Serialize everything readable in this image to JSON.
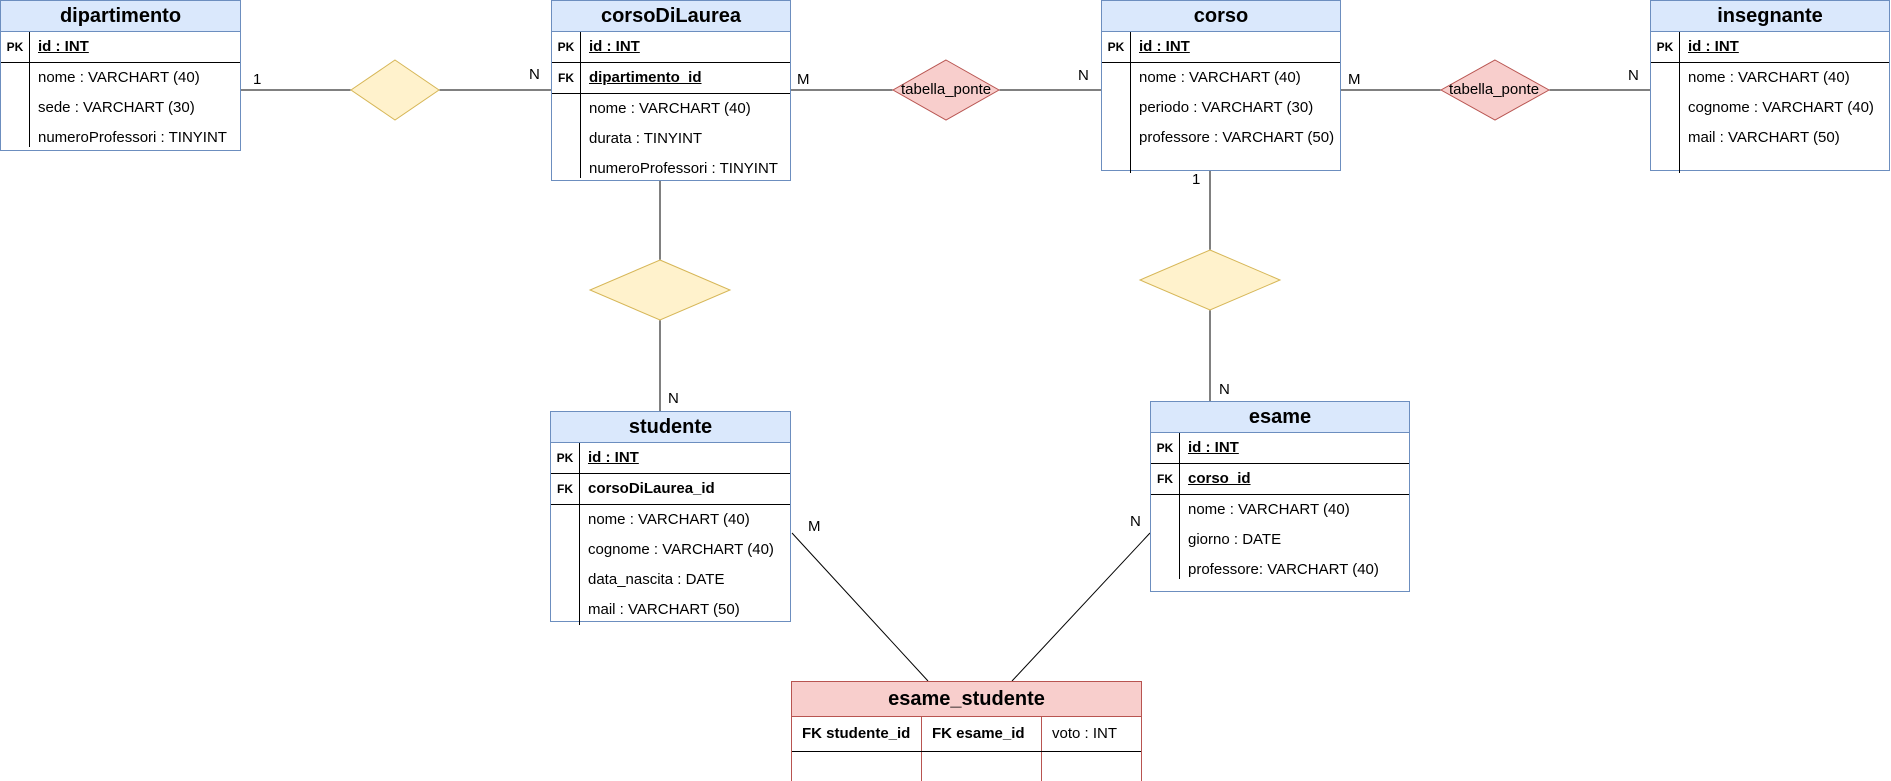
{
  "entities": {
    "dipartimento": {
      "title": "dipartimento",
      "pk": {
        "tag": "PK",
        "field": "id : INT"
      },
      "attrs": [
        "nome : VARCHART (40)",
        "sede : VARCHART (30)",
        "numeroProfessori : TINYINT"
      ]
    },
    "corsoDiLaurea": {
      "title": "corsoDiLaurea",
      "pk": {
        "tag": "PK",
        "field": "id : INT"
      },
      "fk": {
        "tag": "FK",
        "field": "dipartimento_id"
      },
      "attrs": [
        "nome : VARCHART (40)",
        "durata : TINYINT",
        "numeroProfessori : TINYINT"
      ]
    },
    "corso": {
      "title": "corso",
      "pk": {
        "tag": "PK",
        "field": "id : INT"
      },
      "attrs": [
        "nome : VARCHART (40)",
        "periodo : VARCHART (30)",
        "professore : VARCHART (50)"
      ]
    },
    "insegnante": {
      "title": "insegnante",
      "pk": {
        "tag": "PK",
        "field": "id : INT"
      },
      "attrs": [
        "nome : VARCHART (40)",
        "cognome : VARCHART (40)",
        "mail : VARCHART (50)"
      ]
    },
    "studente": {
      "title": "studente",
      "pk": {
        "tag": "PK",
        "field": "id : INT"
      },
      "fk": {
        "tag": "FK",
        "field": "corsoDiLaurea_id"
      },
      "attrs": [
        "nome : VARCHART (40)",
        "cognome : VARCHART (40)",
        "data_nascita : DATE",
        "mail : VARCHART (50)"
      ]
    },
    "esame": {
      "title": "esame",
      "pk": {
        "tag": "PK",
        "field": "id : INT"
      },
      "fk": {
        "tag": "FK",
        "field": "corso_id"
      },
      "attrs": [
        "nome : VARCHART (40)",
        "giorno : DATE",
        "professore: VARCHART (40)"
      ]
    }
  },
  "bridge_table": {
    "title": "esame_studente",
    "columns": [
      "FK studente_id",
      "FK esame_id",
      "voto : INT"
    ]
  },
  "relationships": {
    "tabella_ponte_1": "tabella_ponte",
    "tabella_ponte_2": "tabella_ponte"
  },
  "cardinalities": {
    "dip_1": "1",
    "dip_N": "N",
    "cdl_corso_M": "M",
    "cdl_corso_N": "N",
    "corso_ins_M": "M",
    "corso_ins_N": "N",
    "cdl_stud_N": "N",
    "corso_esame_1": "1",
    "corso_esame_N": "N",
    "stud_M": "M",
    "esame_N": "N"
  },
  "colors": {
    "entity_header": "#dae8fc",
    "entity_border": "#6c8ebf",
    "relation_fill": "#fff2cc",
    "relation_stroke": "#d6b656",
    "bridge_fill": "#f8cecc",
    "bridge_stroke": "#b85450"
  }
}
